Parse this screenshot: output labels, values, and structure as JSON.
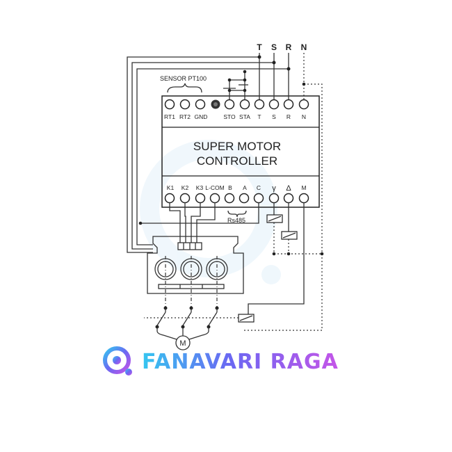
{
  "title": [
    "SUPER MOTOR",
    "CONTROLLER"
  ],
  "sensor_label": "SENSOR  PT100",
  "top_terminals": [
    "RT1",
    "RT2",
    "GND",
    "STO",
    "STA",
    "T",
    "S",
    "R",
    "N"
  ],
  "bottom_terminals": [
    "K1",
    "K2",
    "K3",
    "L-COM",
    "B",
    "A",
    "C",
    "γ",
    "Δ",
    "M"
  ],
  "rs485_label": "Rs485",
  "phase_labels": [
    "T",
    "S",
    "R",
    "N"
  ],
  "motor_label": "M",
  "brand": {
    "text": "FANAVARI  RAGA",
    "icon": "raga-logo-icon",
    "colors": [
      "#35c6f0",
      "#6b67f2",
      "#c455e8"
    ]
  },
  "colors": {
    "line": "#333333",
    "watermark": "#e6f3fb"
  }
}
